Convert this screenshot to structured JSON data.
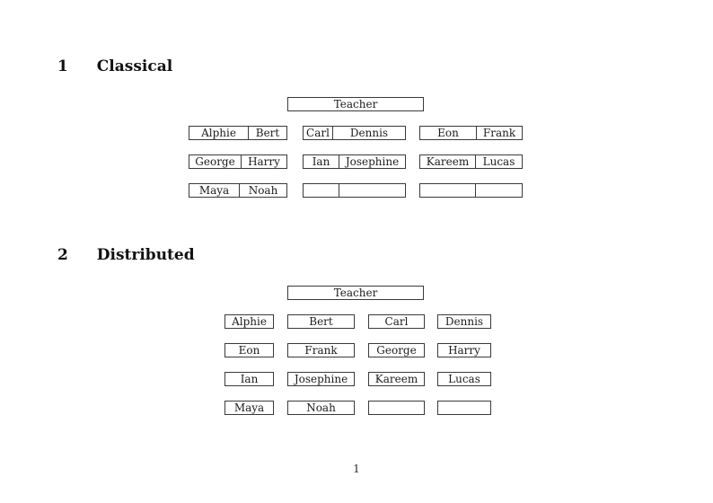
{
  "page": {
    "number": "1"
  },
  "sections": [
    {
      "number": "1",
      "title": "Classical",
      "teacher_label": "Teacher",
      "groups": [
        [
          [
            "Alphie",
            "Bert"
          ],
          [
            "Carl",
            "Dennis"
          ],
          [
            "Eon",
            "Frank"
          ]
        ],
        [
          [
            "George",
            "Harry"
          ],
          [
            "Ian",
            "Josephine"
          ],
          [
            "Kareem",
            "Lucas"
          ]
        ],
        [
          [
            "Maya",
            "Noah"
          ],
          [
            "",
            ""
          ],
          [
            "",
            ""
          ]
        ]
      ]
    },
    {
      "number": "2",
      "title": "Distributed",
      "teacher_label": "Teacher",
      "seats": [
        [
          "Alphie",
          "Bert",
          "Carl",
          "Dennis"
        ],
        [
          "Eon",
          "Frank",
          "George",
          "Harry"
        ],
        [
          "Ian",
          "Josephine",
          "Kareem",
          "Lucas"
        ],
        [
          "Maya",
          "Noah",
          "",
          ""
        ]
      ]
    }
  ]
}
